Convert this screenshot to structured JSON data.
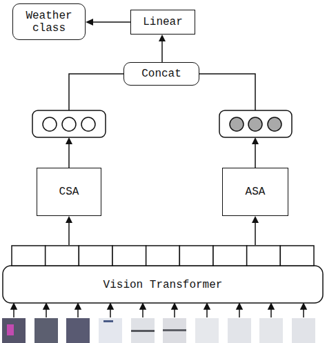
{
  "diagram": {
    "nodes": [
      {
        "text": [
          "Weather class"
        ]
      },
      {
        "text": [
          "Linear"
        ]
      },
      {
        "text": [
          "Concat"
        ]
      },
      {
        "text": [
          "CSA"
        ]
      },
      {
        "text": [
          "ASA"
        ]
      },
      {
        "text": [
          "Vision Transformer"
        ]
      }
    ],
    "edges": [
      {
        "from": 1,
        "to": 0,
        "arrow": "to"
      },
      {
        "from": 2,
        "to": 1,
        "arrow": "to"
      },
      {
        "from": 3,
        "to": 2,
        "arrow": "to"
      },
      {
        "from": 4,
        "to": 2,
        "arrow": "to"
      },
      {
        "from": 5,
        "to": 3,
        "arrow": "to"
      },
      {
        "from": 5,
        "to": 4,
        "arrow": "to"
      }
    ]
  }
}
